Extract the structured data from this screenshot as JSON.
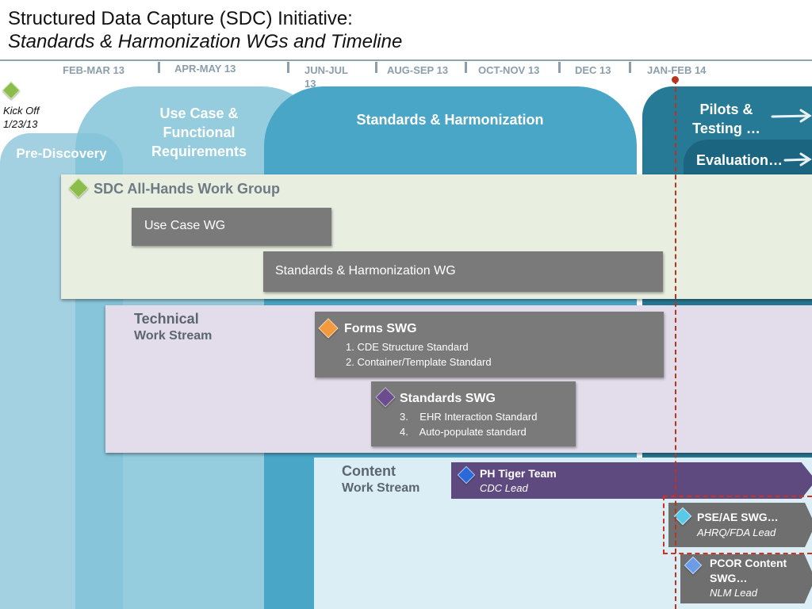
{
  "title": {
    "line1": "Structured Data Capture (SDC) Initiative:",
    "line2": "Standards & Harmonization WGs and Timeline"
  },
  "timeline": {
    "periods": [
      "FEB-MAR 13",
      "APR-MAY 13",
      "JUN-JUL 13",
      "AUG-SEP 13",
      "OCT-NOV 13",
      "DEC 13",
      "JAN-FEB 14"
    ]
  },
  "kickoff": {
    "label": "Kick Off 1/23/13",
    "color": "#8cbc4a"
  },
  "phases": {
    "prediscovery": "Pre-Discovery",
    "usecase": "Use Case & Functional Requirements",
    "sh": "Standards & Harmonization",
    "pilots": "Pilots & Testing …",
    "evaluation": "Evaluation…"
  },
  "allhands": {
    "title": "SDC All-Hands Work Group",
    "usecase_wg": "Use Case WG",
    "sh_wg": "Standards & Harmonization WG"
  },
  "technical": {
    "title": "Technical",
    "subtitle": "Work Stream",
    "forms_swg": {
      "title": "Forms SWG",
      "items": [
        "1.  CDE Structure Standard",
        "2.  Container/Template Standard"
      ]
    },
    "standards_swg": {
      "title": "Standards SWG",
      "items": [
        "3.    EHR Interaction Standard",
        "4.    Auto-populate standard"
      ]
    }
  },
  "content": {
    "title": "Content",
    "subtitle": "Work Stream",
    "ph_tiger": {
      "title": "PH Tiger Team",
      "lead": "CDC Lead"
    },
    "pse_ae": {
      "title": "PSE/AE SWG…",
      "lead": "AHRQ/FDA Lead"
    },
    "pcor": {
      "title": "PCOR Content SWG…",
      "lead": "NLM Lead"
    }
  },
  "colors": {
    "timeline_text": "#8a9eac",
    "today_marker": "#b8341e",
    "forms_diamond": "#f29a3e",
    "standards_diamond": "#6b4c8c",
    "ph_tiger": "#5f4a80"
  }
}
